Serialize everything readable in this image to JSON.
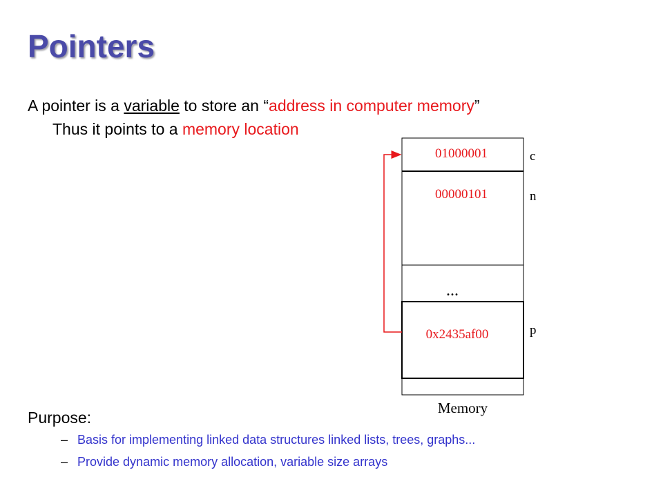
{
  "slide": {
    "title": "Pointers",
    "line1": {
      "part1": "A pointer is a ",
      "variable": "variable",
      "part2": " to store an “",
      "address": "address in computer memory",
      "part3": "”"
    },
    "line2": {
      "part1": "Thus it points to a ",
      "memory_location": "memory location"
    },
    "purpose_label": "Purpose:",
    "bullets": [
      {
        "dash": "–",
        "text": "Basis for implementing linked data structures linked lists, trees, graphs..."
      },
      {
        "dash": "–",
        "text": "Provide dynamic memory allocation, variable size arrays"
      }
    ]
  },
  "memory": {
    "cell_c_value": "01000001",
    "cell_n_value": "00000101",
    "ellipsis": "...",
    "cell_p_value": "0x2435af00",
    "label_c": "c",
    "label_n": "n",
    "label_p": "p",
    "caption": "Memory"
  },
  "colors": {
    "title": "#4a4aa8",
    "highlight": "#e8181c",
    "bullet_text": "#3333cc"
  }
}
